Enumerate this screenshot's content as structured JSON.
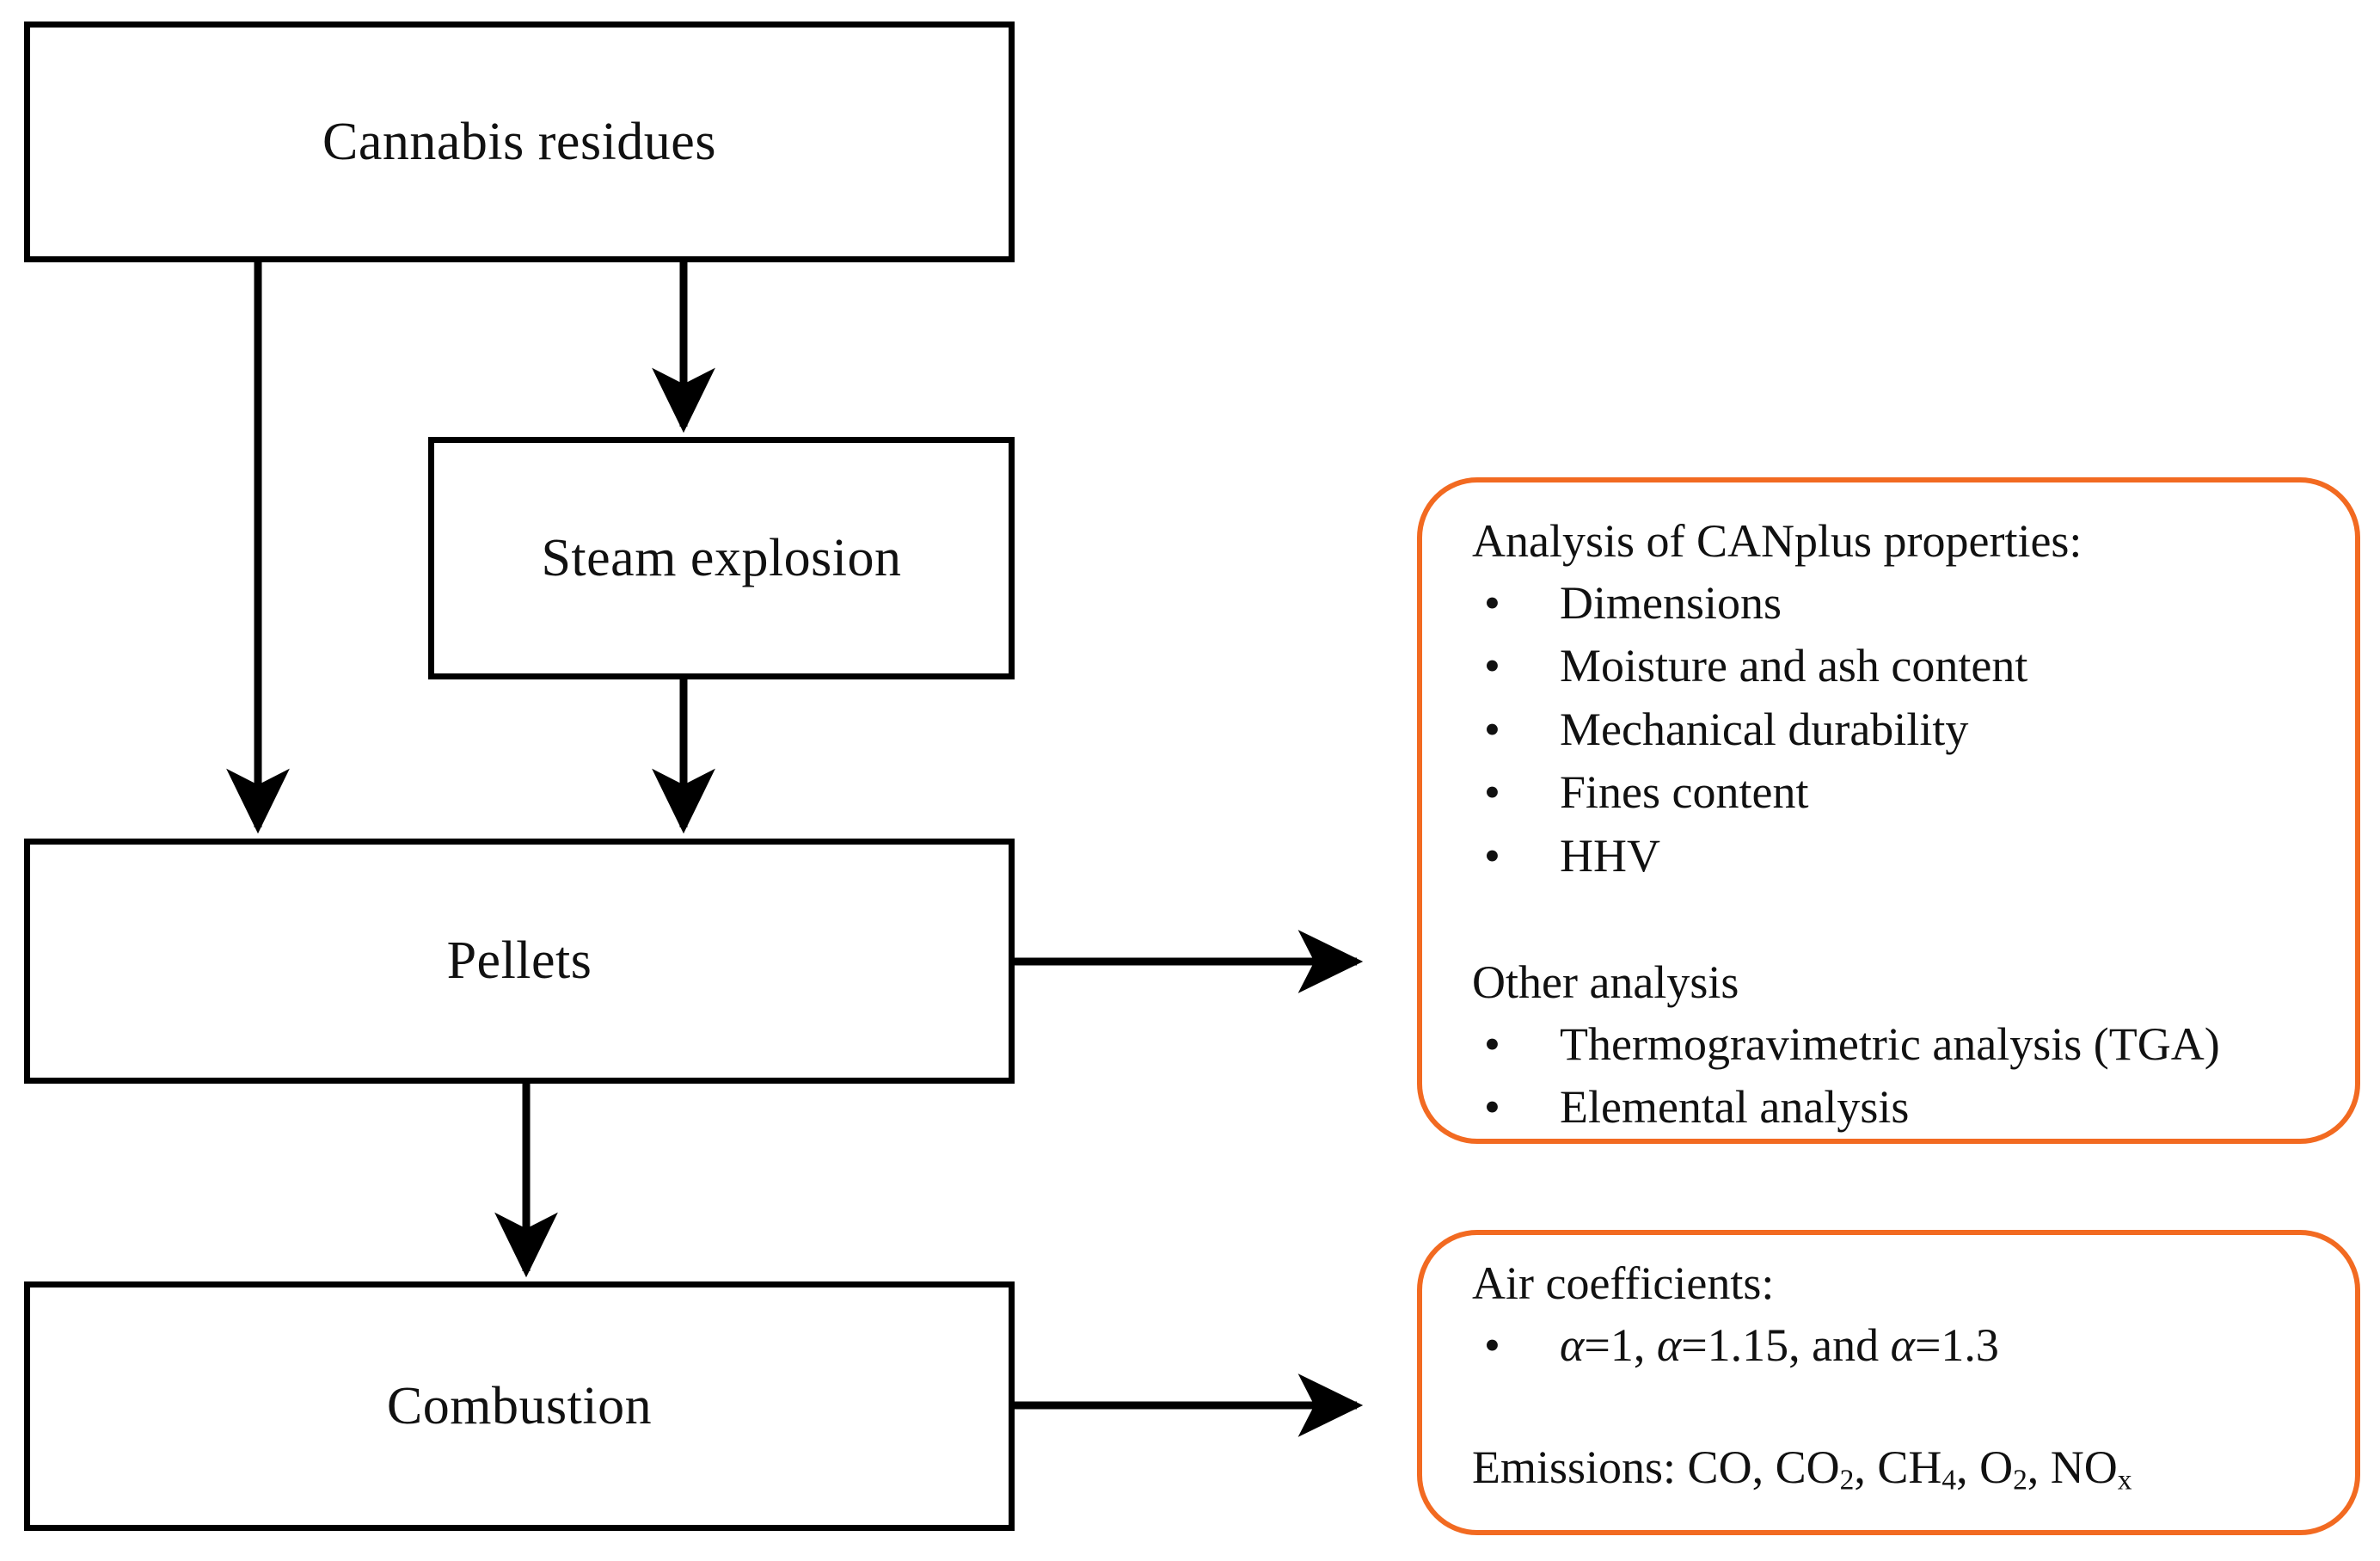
{
  "flow": {
    "nodes": [
      {
        "id": "cannabis",
        "label": "Cannabis residues"
      },
      {
        "id": "steam",
        "label": "Steam explosion"
      },
      {
        "id": "pellets",
        "label": "Pellets"
      },
      {
        "id": "combustion",
        "label": "Combustion"
      }
    ],
    "edges": [
      {
        "from": "cannabis",
        "to": "pellets",
        "type": "arrow-down-left"
      },
      {
        "from": "cannabis",
        "to": "steam",
        "type": "arrow-down"
      },
      {
        "from": "steam",
        "to": "pellets",
        "type": "arrow-down"
      },
      {
        "from": "pellets",
        "to": "combustion",
        "type": "arrow-down"
      },
      {
        "from": "pellets",
        "to": "callout-analysis",
        "type": "arrow-right"
      },
      {
        "from": "combustion",
        "to": "callout-air",
        "type": "arrow-right"
      }
    ]
  },
  "callouts": {
    "analysis": {
      "heading_1": "Analysis of CANplus properties:",
      "bullets_1": [
        "Dimensions",
        "Moisture and ash content",
        "Mechanical durability",
        "Fines content",
        "HHV"
      ],
      "heading_2": "Other analysis",
      "bullets_2": [
        "Thermogravimetric analysis (TGA)",
        "Elemental analysis"
      ]
    },
    "air": {
      "heading_1": "Air coefficients:",
      "bullet_1_parts": {
        "a1": "α",
        "v1": "=1, ",
        "a2": "α",
        "v2": "=1.15, and ",
        "a3": "α",
        "v3": "=1.3"
      },
      "emissions_label": "Emissions: ",
      "emissions_species": [
        {
          "formula": "CO",
          "sub": ""
        },
        {
          "formula": "CO",
          "sub": "2"
        },
        {
          "formula": "CH",
          "sub": "4"
        },
        {
          "formula": "O",
          "sub": "2"
        },
        {
          "formula": "NO",
          "sub": "x"
        }
      ]
    }
  },
  "style": {
    "accent_orange": "#F26A21",
    "line_black": "#000000",
    "background": "#FFFFFF"
  },
  "bullet_glyph": "•"
}
